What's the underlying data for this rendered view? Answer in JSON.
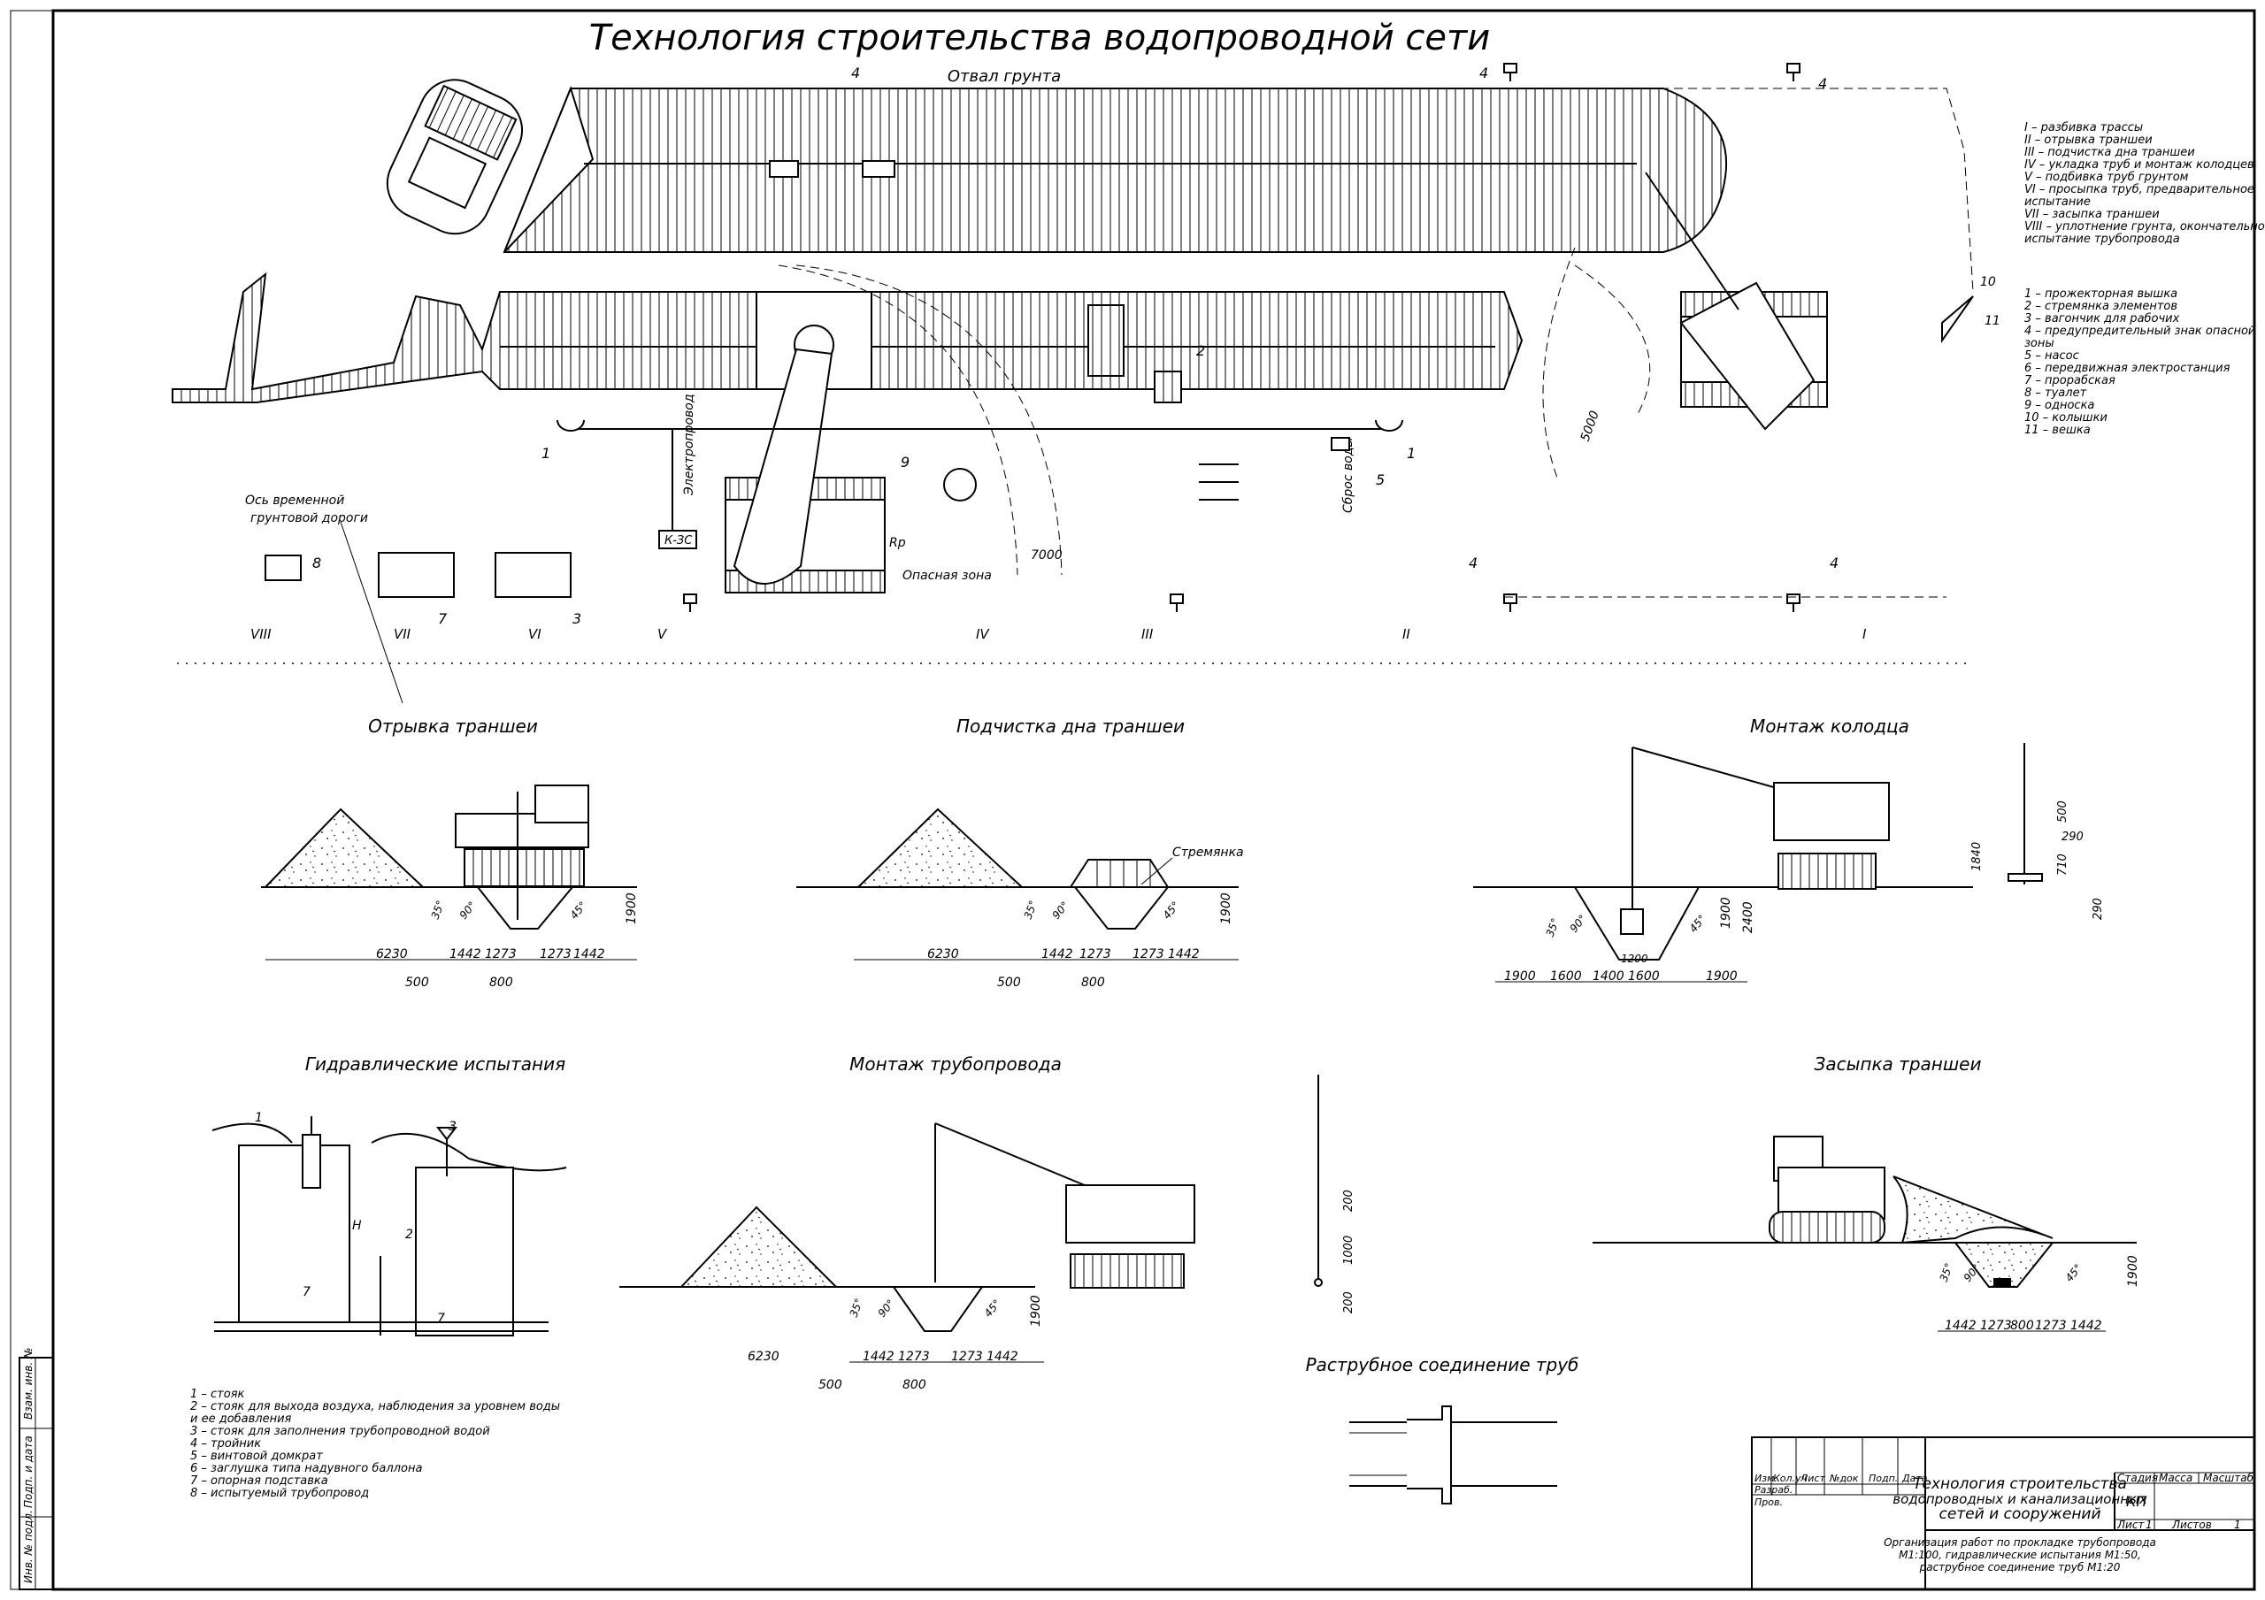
{
  "title": "Технология строительства водопроводной сети",
  "plan": {
    "spoil_label": "Отвал грунта",
    "road_axis": [
      "Ось временной",
      "грунтовой дороги"
    ],
    "power_label": "Электропровод",
    "ke_label": "К-ЗС",
    "water_label": "Сброс воды",
    "danger_label": "Опасная зона",
    "rp_label": "Rр",
    "dim_7000": "7000",
    "dim_5000": "5000",
    "callouts": {
      "c1": "1",
      "c2": "2",
      "c3": "3",
      "c4": "4",
      "c5": "5",
      "c7": "7",
      "c8": "8",
      "c9": "9",
      "c10": "10",
      "c11": "11"
    },
    "sections": [
      "VIII",
      "VII",
      "VI",
      "V",
      "IV",
      "III",
      "II",
      "I"
    ]
  },
  "legend_stages": [
    "I – разбивка трассы",
    "II – отрывка траншеи",
    "III – подчистка дна траншеи",
    "IV – укладка труб и монтаж колодцев",
    "V – подбивка труб грунтом",
    "VI – проcыпка труб, предварительное",
    "испытание",
    "VII – засыпка траншеи",
    "VIII – уплотнение грунта, окончательное",
    "испытание трубопровода"
  ],
  "legend_items": [
    "1 – прожекторная вышка",
    "2 – стремянка элементов",
    "3 – вагончик для рабочих",
    "4 – предупредительный знак опасной",
    "зоны",
    "5 – насос",
    "6 – передвижная электростанция",
    "7 – прорабская",
    "8 – туалет",
    "9 – односка",
    "10 – колышки",
    "11 – вешка"
  ],
  "sections_titles": {
    "excavation": "Отрывка траншеи",
    "cleaning": "Подчистка дна траншеи",
    "well": "Монтаж колодца",
    "hydro": "Гидравлические испытания",
    "pipeline": "Монтаж трубопровода",
    "backfill": "Засыпка траншеи",
    "socket": "Раструбное соединение труб"
  },
  "dims": {
    "d6230": "6230",
    "d1442": "1442",
    "d1273": "1273",
    "d800": "800",
    "d500": "500",
    "d1900": "1900",
    "d1600": "1600",
    "d1400": "1400",
    "d1200": "1200",
    "d2400": "2400",
    "d1840": "1840",
    "d290": "290",
    "d710": "710",
    "d200": "200",
    "d1000": "1000",
    "a35": "35°",
    "a90": "90°",
    "a45": "45°",
    "ladder": "Стремянка",
    "h": "H"
  },
  "hydro_legend": [
    "1 – стояк",
    "2 – стояк для выхода воздуха, наблюдения за уровнем воды",
    "и ее добавления",
    "3 – стояк для заполнения трубопроводной водой",
    "4 – тройник",
    "5 – винтовой домкрат",
    "6 – заглушка типа надувного баллона",
    "7 – опорная подставка",
    "8 – испытуемый трубопровод"
  ],
  "stamp": {
    "title": [
      "Технология строительства",
      "водопроводных  и канализационных",
      "сетей и сооружений"
    ],
    "cols": [
      "Изм.",
      "Кол.уч",
      "Лист",
      "№док",
      "Подп.",
      "Дата"
    ],
    "rows": [
      "Разраб.",
      "Пров."
    ],
    "stage_label": "Стадия",
    "mass_label": "Масса",
    "scale_label": "Масштаб",
    "stage": "КП",
    "sheet_label": "Лист",
    "sheet": "1",
    "sheets_label": "Листов",
    "sheets": "1",
    "note": [
      "Организация работ по прокладке трубопровода",
      "M1:100,  гидравлические испытания M1:50,",
      "раструбное соединение труб M1:20"
    ]
  },
  "side_stamp": [
    "Инв. № подл.",
    "Подп. и дата",
    "Взам. инв. №"
  ]
}
